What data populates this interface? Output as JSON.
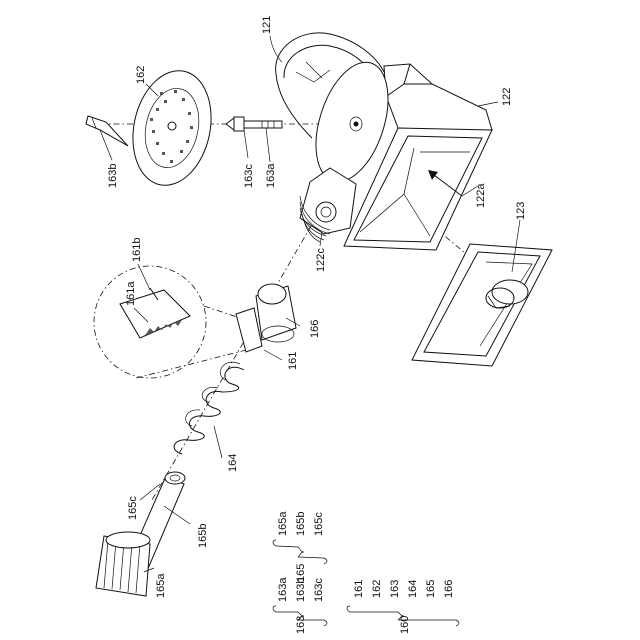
{
  "labels": {
    "l121": "121",
    "l122": "122",
    "l122a": "122a",
    "l122c": "122c",
    "l123": "123",
    "l161": "161",
    "l161a": "161a",
    "l161b": "161b",
    "l162": "162",
    "l163a": "163a",
    "l163b": "163b",
    "l163c": "163c",
    "l164": "164",
    "l165a": "165a",
    "l165b": "165b",
    "l165c": "165c",
    "l166": "166"
  },
  "legend": {
    "g165": {
      "number": "165",
      "parts": [
        "165a",
        "165b",
        "165c"
      ]
    },
    "g163": {
      "number": "163",
      "parts": [
        "163a",
        "163b",
        "163c"
      ]
    },
    "g160": {
      "number": "160",
      "parts": [
        "161",
        "162",
        "163",
        "164",
        "165",
        "166"
      ]
    }
  }
}
